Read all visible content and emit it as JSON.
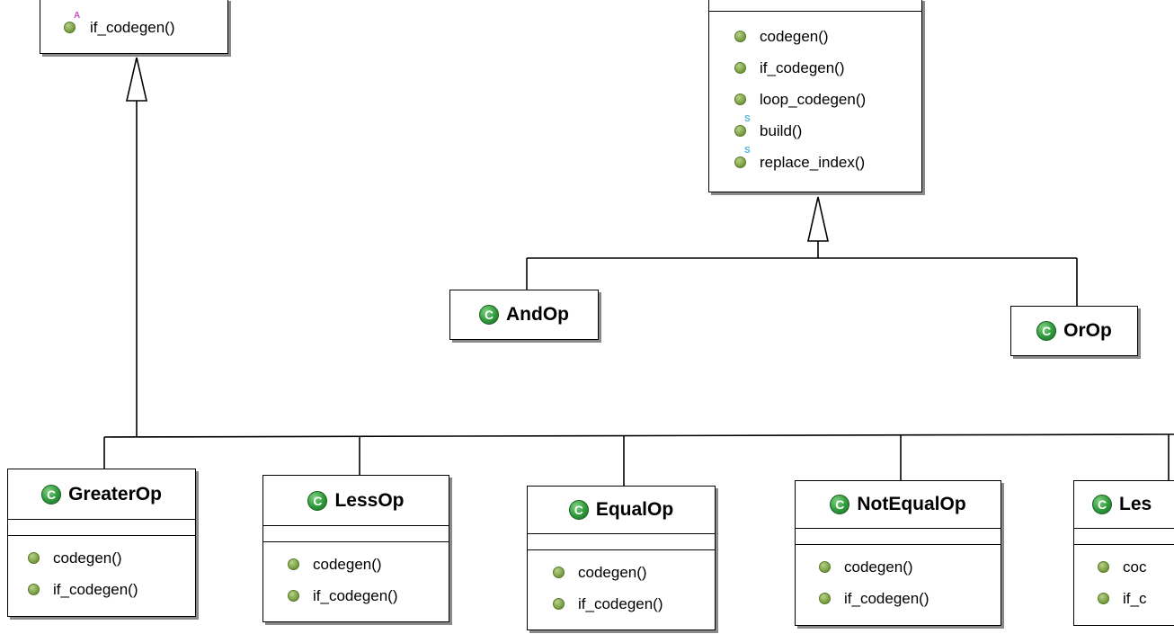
{
  "classes": [
    {
      "name": "",
      "methods": [
        {
          "label": "if_codegen()",
          "modifier": "A"
        }
      ]
    },
    {
      "name": "",
      "methods": [
        {
          "label": "codegen()",
          "modifier": ""
        },
        {
          "label": "if_codegen()",
          "modifier": ""
        },
        {
          "label": "loop_codegen()",
          "modifier": ""
        },
        {
          "label": "build()",
          "modifier": "S"
        },
        {
          "label": "replace_index()",
          "modifier": "S"
        }
      ]
    },
    {
      "name": "AndOp",
      "methods": []
    },
    {
      "name": "OrOp",
      "methods": []
    },
    {
      "name": "GreaterOp",
      "methods": [
        {
          "label": "codegen()",
          "modifier": ""
        },
        {
          "label": "if_codegen()",
          "modifier": ""
        }
      ]
    },
    {
      "name": "LessOp",
      "methods": [
        {
          "label": "codegen()",
          "modifier": ""
        },
        {
          "label": "if_codegen()",
          "modifier": ""
        }
      ]
    },
    {
      "name": "EqualOp",
      "methods": [
        {
          "label": "codegen()",
          "modifier": ""
        },
        {
          "label": "if_codegen()",
          "modifier": ""
        }
      ]
    },
    {
      "name": "NotEqualOp",
      "methods": [
        {
          "label": "codegen()",
          "modifier": ""
        },
        {
          "label": "if_codegen()",
          "modifier": ""
        }
      ]
    },
    {
      "name": "Les",
      "methods": [
        {
          "label": "coc",
          "modifier": ""
        },
        {
          "label": "if_c",
          "modifier": ""
        }
      ]
    }
  ],
  "icons": {
    "class_icon_letter": "C",
    "class_icon_name": "class-icon",
    "method_icon_name": "method-icon"
  },
  "colors": {
    "class_icon": "#2e9a3b",
    "method_icon": "#7ea346",
    "abstract_marker": "#c651c6",
    "static_marker": "#4fb8d8",
    "shadow": "#8a8a8a"
  }
}
